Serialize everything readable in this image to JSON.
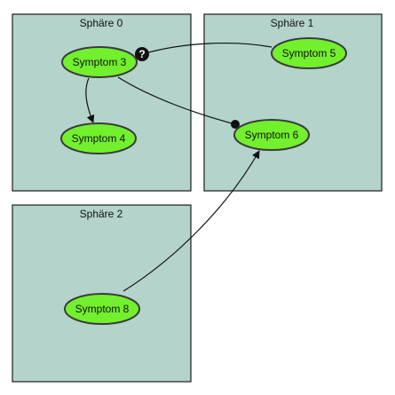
{
  "spheres": [
    {
      "id": "s0",
      "label": "Sphäre 0"
    },
    {
      "id": "s1",
      "label": "Sphäre 1"
    },
    {
      "id": "s2",
      "label": "Sphäre 2"
    }
  ],
  "nodes": [
    {
      "id": "n3",
      "label": "Symptom 3"
    },
    {
      "id": "n4",
      "label": "Symptom 4"
    },
    {
      "id": "n5",
      "label": "Symptom 5"
    },
    {
      "id": "n6",
      "label": "Symptom 6"
    },
    {
      "id": "n8",
      "label": "Symptom 8"
    }
  ],
  "edges": [
    {
      "from": "n3",
      "to": "n4",
      "marker": "arrow"
    },
    {
      "from": "n5",
      "to": "n3",
      "marker": "question"
    },
    {
      "from": "n3",
      "to": "n6",
      "marker": "dot"
    },
    {
      "from": "n8",
      "to": "n6",
      "marker": "arrow"
    }
  ],
  "question_marker_glyph": "?",
  "colors": {
    "sphere_fill": "#b3d3cb",
    "node_fill": "#72f02e",
    "stroke": "#111111"
  }
}
